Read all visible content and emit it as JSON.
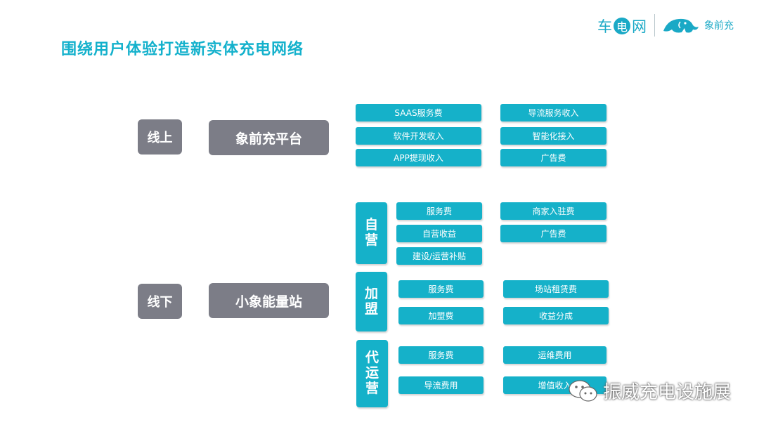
{
  "title": "围绕用户体验打造新实体充电网络",
  "logos": {
    "left_a": "车",
    "left_dian": "电",
    "left_b": "网",
    "right": "象前充"
  },
  "online": {
    "label": "线上",
    "platform": "象前充平台",
    "items_left": [
      "SAAS服务费",
      "软件开发收入",
      "APP提现收入"
    ],
    "items_right": [
      "导流服务收入",
      "智能化接入",
      "广告费"
    ]
  },
  "offline": {
    "label": "线下",
    "platform": "小象能量站",
    "groups": [
      {
        "chars": [
          "自",
          "营"
        ],
        "left": [
          "服务费",
          "自营收益",
          "建设/运营补贴"
        ],
        "right": [
          "商家入驻费",
          "广告费"
        ]
      },
      {
        "chars": [
          "加",
          "盟"
        ],
        "left": [
          "服务费",
          "加盟费"
        ],
        "right": [
          "场站租赁费",
          "收益分成"
        ]
      },
      {
        "chars": [
          "代",
          "运",
          "营"
        ],
        "left": [
          "服务费",
          "导流费用"
        ],
        "right": [
          "运维费用",
          "增值收入"
        ]
      }
    ]
  },
  "watermark": "振威充电设施展",
  "colors": {
    "accent": "#15b1c9",
    "gray": "#7c7d87"
  }
}
